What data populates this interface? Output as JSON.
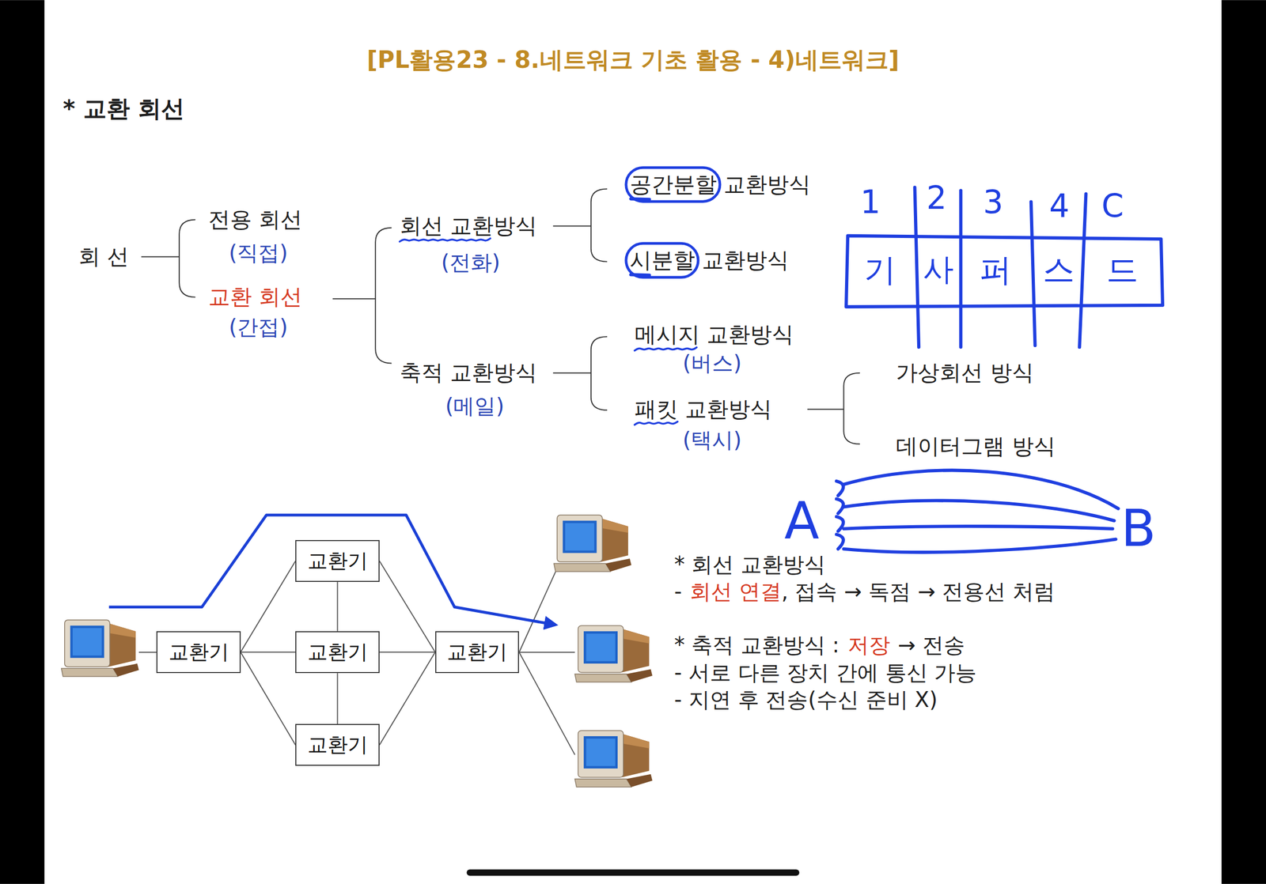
{
  "diagram": {
    "title": "[PL활용23 - 8.네트워크 기초 활용 - 4)네트워크]",
    "nodes": [
      {
        "text": [
          "교환기"
        ]
      },
      {
        "text": [
          "교환기"
        ]
      },
      {
        "text": [
          "교환기"
        ]
      },
      {
        "text": [
          "교환기"
        ]
      },
      {
        "text": [
          "교환기"
        ]
      }
    ],
    "edges": [
      {
        "from": 0,
        "to": 1,
        "arrow": "none"
      },
      {
        "from": 0,
        "to": 2,
        "arrow": "none"
      },
      {
        "from": 0,
        "to": 3,
        "arrow": "none"
      },
      {
        "from": 1,
        "to": 2,
        "arrow": "none"
      },
      {
        "from": 2,
        "to": 3,
        "arrow": "none"
      },
      {
        "from": 1,
        "to": 4,
        "arrow": "none"
      },
      {
        "from": 2,
        "to": 4,
        "arrow": "none"
      },
      {
        "from": 3,
        "to": 4,
        "arrow": "none"
      }
    ],
    "labels": [
      "* 교환 회선",
      "회 선",
      "전용 회선",
      "(직접)",
      "교환 회선",
      "(간접)",
      "회선 교환방식",
      "(전화)",
      "축적 교환방식",
      "(메일)",
      "공간분할 교환방식",
      "시분할 교환방식",
      "메시지 교환방식",
      "(버스)",
      "패킷 교환방식",
      "(택시)",
      "가상회선 방식",
      "데이터그램 방식",
      "* 회선 교환방식",
      "-",
      "회선 연결",
      ", 접속 → 독점 → 전용선 처럼",
      "* 축적 교환방식 :",
      "저장",
      "→ 전송",
      "- 서로 다른 장치 간에 통신 가능",
      "- 지연 후 전송(수신 준비 X)",
      "1",
      "2",
      "3",
      "4",
      "C",
      "기",
      "사",
      "퍼",
      "스",
      "드",
      "A",
      "B"
    ]
  }
}
